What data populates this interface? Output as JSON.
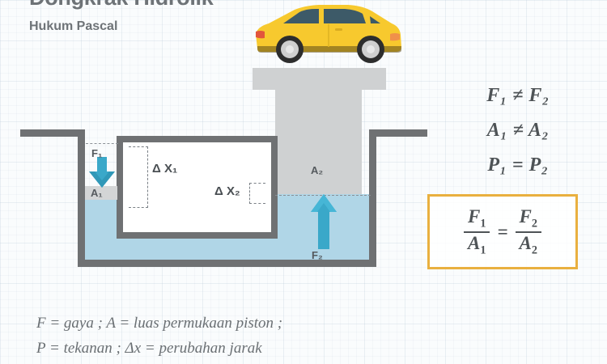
{
  "header": {
    "title": "Dongkrak Hidrolik",
    "subtitle": "Hukum Pascal"
  },
  "diagram": {
    "labels": {
      "f1": "F₁",
      "a1": "A₁",
      "f2": "F₂",
      "a2": "A₂",
      "dx1": "Δ X₁",
      "dx2": "Δ X₂"
    },
    "objects": {
      "car": "yellow-hatchback-car",
      "platform": "lift-platform",
      "fluid": "hydraulic-fluid",
      "arrow_down": "force-arrow-down",
      "arrow_up": "force-arrow-up"
    }
  },
  "formulas": {
    "rows": [
      "F₁ ≠ F₂",
      "A₁ ≠ A₂",
      "P₁ = P₂"
    ],
    "boxed": {
      "left_num": "F",
      "left_num_sub": "1",
      "left_den": "A",
      "left_den_sub": "1",
      "equals": "=",
      "right_num": "F",
      "right_num_sub": "2",
      "right_den": "A",
      "right_den_sub": "2"
    }
  },
  "legend": {
    "line1": "F = gaya ;  A = luas permukaan piston ;",
    "line2": "P = tekanan ;  Δx = perubahan jarak"
  },
  "colors": {
    "fluid": "#b0d6e7",
    "wall": "#6f7173",
    "platform": "#cfd1d2",
    "arrow": "#3aa8c9",
    "accent_box": "#e9b03f",
    "car_body": "#f7c92e",
    "text": "#6e7377"
  }
}
